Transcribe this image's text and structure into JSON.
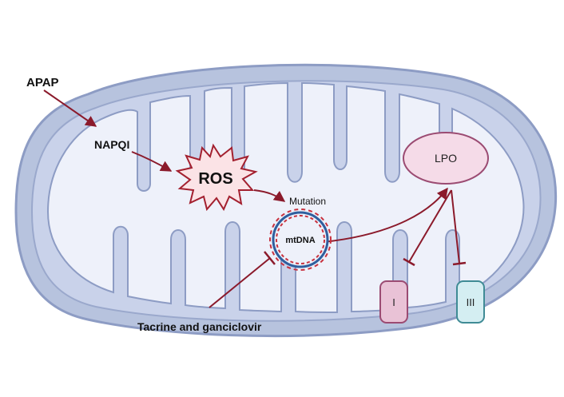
{
  "diagram": {
    "labels": {
      "apap": "APAP",
      "napqi": "NAPQI",
      "ros": "ROS",
      "mutation": "Mutation",
      "mtdna": "mtDNA",
      "lpo": "LPO",
      "complex_1": "I",
      "complex_3": "III",
      "inhibitor": "Tacrine and ganciclovir"
    },
    "colors": {
      "outer_membrane": "#b7c3de",
      "outer_membrane_stroke": "#8d9cc4",
      "inner_matrix": "#c9d2ea",
      "cristae_fill": "#eef1fa",
      "arrow": "#8b1a2b",
      "ros_fill": "#fbe3e6",
      "ros_stroke": "#a3202f",
      "lpo_fill": "#f5dbe8",
      "lpo_stroke": "#9b4b72",
      "complex_1_fill": "#e9c2d6",
      "complex_1_stroke": "#9b4b72",
      "complex_3_fill": "#d4eef2",
      "complex_3_stroke": "#3f8b95",
      "dna_red": "#c8323f",
      "dna_blue": "#2f5f9e"
    }
  }
}
